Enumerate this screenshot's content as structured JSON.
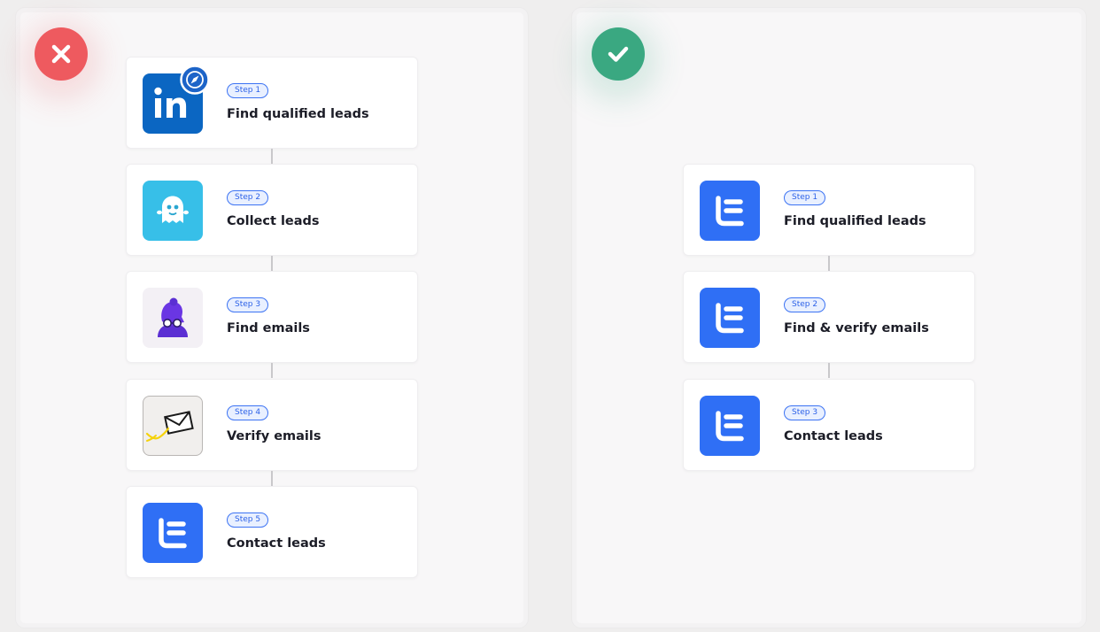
{
  "left_panel": {
    "steps": [
      {
        "step_label": "Step 1",
        "title": "Find qualified leads",
        "icon": "linkedin-sales-navigator-icon"
      },
      {
        "step_label": "Step 2",
        "title": "Collect leads",
        "icon": "ghost-app-icon"
      },
      {
        "step_label": "Step 3",
        "title": "Find emails",
        "icon": "email-finder-avatar-icon"
      },
      {
        "step_label": "Step 4",
        "title": "Verify emails",
        "icon": "envelope-verify-icon"
      },
      {
        "step_label": "Step 5",
        "title": "Contact leads",
        "icon": "lemlist-logo-icon"
      }
    ]
  },
  "right_panel": {
    "steps": [
      {
        "step_label": "Step 1",
        "title": "Find qualified leads",
        "icon": "lemlist-logo-icon"
      },
      {
        "step_label": "Step 2",
        "title": "Find & verify emails",
        "icon": "lemlist-logo-icon"
      },
      {
        "step_label": "Step 3",
        "title": "Contact leads",
        "icon": "lemlist-logo-icon"
      }
    ]
  },
  "colors": {
    "bad": "#ee5a5f",
    "good": "#3aa881",
    "accent_blue": "#2f6ff5",
    "linkedin_blue": "#0b66c2",
    "ghost_cyan": "#37bfe8",
    "purple": "#5b2fd3"
  }
}
